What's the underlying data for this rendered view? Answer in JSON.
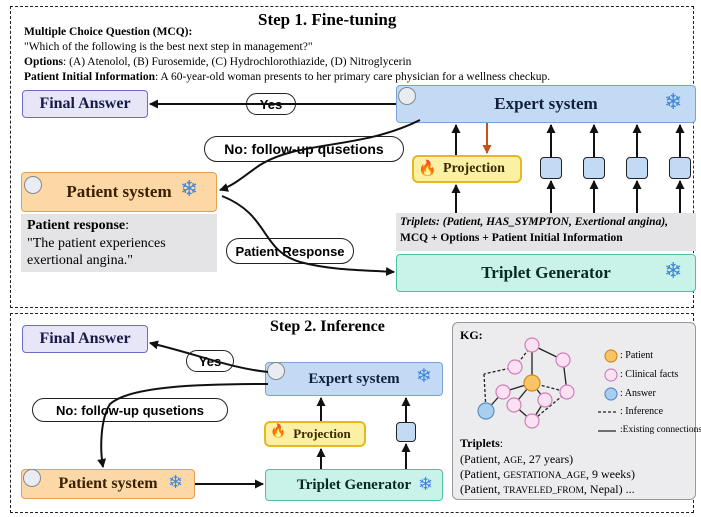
{
  "step1": {
    "title": "Step 1. Fine-tuning",
    "mcq_label": "Multiple Choice Question (MCQ):",
    "question": "\"Which of the following is the best next step in management?\"",
    "options_label": "Options",
    "options_text": ": (A) Atenolol, (B) Furosemide, (C) Hydrochlorothiazide, (D) Nitroglycerin",
    "initial_label": "Patient Initial Information",
    "initial_text": ": A 60-year-old woman presents to her primary care physician for a wellness checkup.",
    "final_answer": "Final Answer",
    "yes": "Yes",
    "followup": "No: follow-up qusetions",
    "expert": "Expert system",
    "projection": "Projection",
    "patient": "Patient system",
    "patient_response_label": "Patient response",
    "patient_response_text": "\"The patient experiences exertional angina.\"",
    "patient_response_pill": "Patient Response",
    "triplets_line1": "Triplets: (Patient, HAS_SYMPTON, Exertional angina),",
    "triplets_line2": "MCQ + Options + Patient Initial Information",
    "triplet_generator": "Triplet Generator"
  },
  "step2": {
    "title": "Step 2. Inference",
    "final_answer": "Final Answer",
    "yes": "Yes",
    "followup": "No: follow-up qusetions",
    "expert": "Expert system",
    "projection": "Projection",
    "patient": "Patient system",
    "triplet_generator": "Triplet Generator"
  },
  "kg": {
    "title": "KG:",
    "legend": {
      "patient": ": Patient",
      "clinical": ": Clinical facts",
      "answer": ": Answer",
      "inference": ": Inference",
      "existing": ":Existing connections"
    },
    "triplets_label": "Triplets",
    "triplets_colon": ":",
    "t1_a": "(Patient, ",
    "t1_b": "AGE",
    "t1_c": ", 27 years)",
    "t2_a": "(Patient, ",
    "t2_b": "GESTATIONA_AGE",
    "t2_c": ", 9 weeks)",
    "t3_a": "(Patient, ",
    "t3_b": "TRAVELED_FROM",
    "t3_c": ", Nepal) ..."
  },
  "colors": {
    "expert": "#c2daf4",
    "patient": "#fbd8a6",
    "triplet": "#c9f2e8",
    "final": "#e6e6f8",
    "projection": "#fbf0a3",
    "snowflake": "#3f86d8",
    "patient_node": "#f7c466",
    "clinical_node": "#fbe1f3",
    "answer_node": "#a9cff0"
  },
  "icons": [
    "snowflake-icon",
    "fire-icon",
    "robot-icon",
    "arrow-icon"
  ]
}
